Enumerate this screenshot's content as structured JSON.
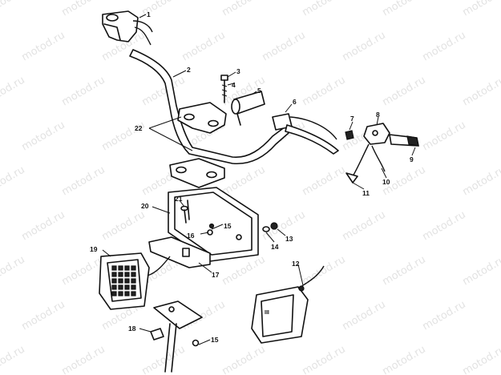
{
  "watermark": {
    "text": "motod.ru"
  },
  "callouts": [
    {
      "id": "1",
      "text": "1"
    },
    {
      "id": "2",
      "text": "2"
    },
    {
      "id": "3",
      "text": "3"
    },
    {
      "id": "4",
      "text": "4"
    },
    {
      "id": "5",
      "text": "5"
    },
    {
      "id": "6",
      "text": "6"
    },
    {
      "id": "7",
      "text": "7"
    },
    {
      "id": "8",
      "text": "8"
    },
    {
      "id": "9",
      "text": "9"
    },
    {
      "id": "10",
      "text": "10"
    },
    {
      "id": "11",
      "text": "11"
    },
    {
      "id": "12",
      "text": "12"
    },
    {
      "id": "13",
      "text": "13"
    },
    {
      "id": "14",
      "text": "14"
    },
    {
      "id": "15a",
      "text": "15"
    },
    {
      "id": "16a",
      "text": "16"
    },
    {
      "id": "15b",
      "text": "15"
    },
    {
      "id": "17",
      "text": "17"
    },
    {
      "id": "18",
      "text": "18"
    },
    {
      "id": "19",
      "text": "19"
    },
    {
      "id": "20",
      "text": "20"
    },
    {
      "id": "21",
      "text": "21"
    },
    {
      "id": "22",
      "text": "22"
    }
  ]
}
